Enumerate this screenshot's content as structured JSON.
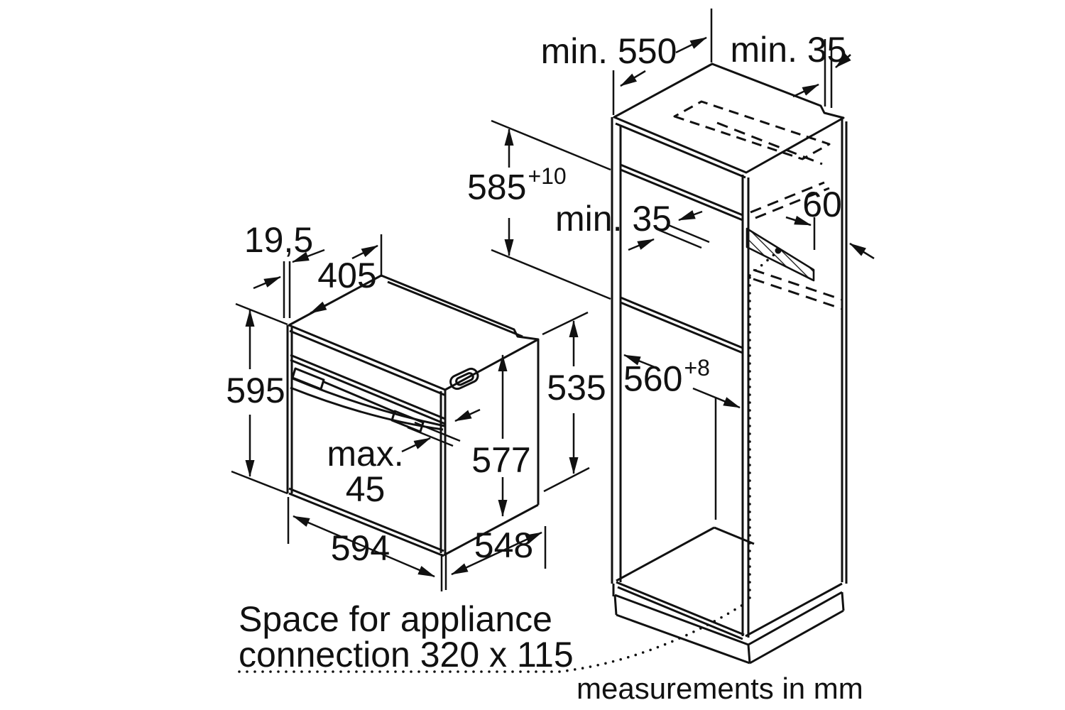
{
  "drawing": {
    "units_note": "measurements in mm",
    "connection_note": {
      "line1": "Space for appliance",
      "line2": "connection 320 x 115"
    },
    "cabinet": {
      "top_depth_min": "min. 550",
      "top_rear_gap_min": "min. 35",
      "niche_height": {
        "value": "585",
        "tolerance": "+10"
      },
      "shelf_rear_gap_min": "min. 35",
      "vent_cutout_width": "60",
      "niche_width": {
        "value": "560",
        "tolerance": "+8"
      }
    },
    "oven": {
      "fascia_offset": "19,5",
      "top_depth": "405",
      "front_height": "595",
      "body_height": "535",
      "body_inner_height": "577",
      "door_protrusion_max": {
        "line1": "max.",
        "line2": "45"
      },
      "front_width": "594",
      "body_depth": "548"
    }
  }
}
